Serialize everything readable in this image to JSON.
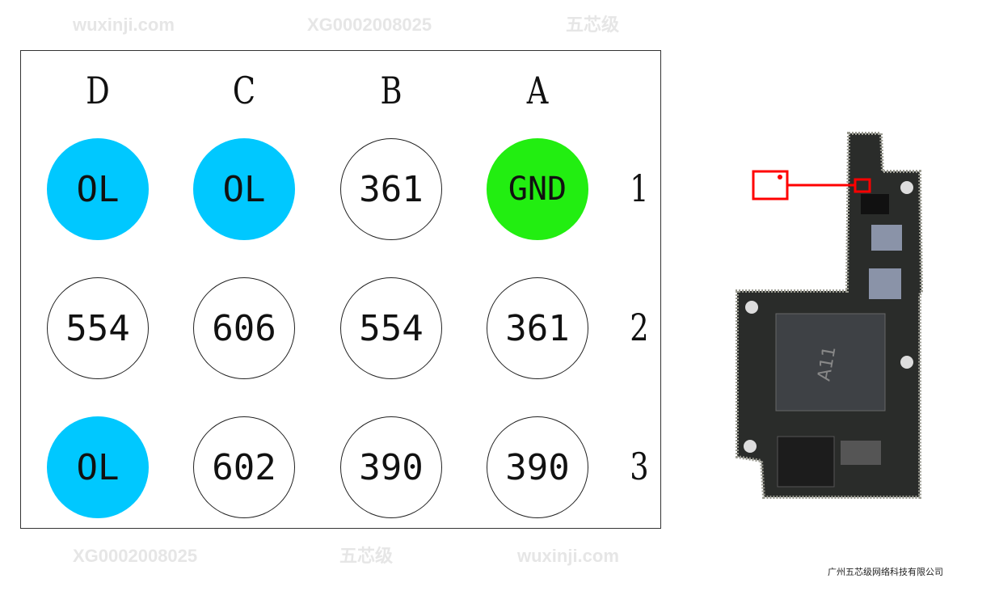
{
  "watermark": {
    "site": "wuxinji.com",
    "code": "XG0002008025",
    "brand": "五芯级"
  },
  "columns": [
    "D",
    "C",
    "B",
    "A"
  ],
  "rows": [
    "1",
    "2",
    "3"
  ],
  "pads": [
    [
      {
        "v": "OL",
        "t": "ol"
      },
      {
        "v": "OL",
        "t": "ol"
      },
      {
        "v": "361",
        "t": "n"
      },
      {
        "v": "GND",
        "t": "gnd"
      }
    ],
    [
      {
        "v": "554",
        "t": "n"
      },
      {
        "v": "606",
        "t": "n"
      },
      {
        "v": "554",
        "t": "n"
      },
      {
        "v": "361",
        "t": "n"
      }
    ],
    [
      {
        "v": "OL",
        "t": "ol"
      },
      {
        "v": "602",
        "t": "n"
      },
      {
        "v": "390",
        "t": "n"
      },
      {
        "v": "390",
        "t": "n"
      }
    ]
  ],
  "colors": {
    "ol": "#00c8ff",
    "gnd": "#22ee11",
    "highlight": "#ff0000"
  },
  "board": {
    "chip_label": "A11"
  },
  "footer": "广州五芯级网络科技有限公司"
}
